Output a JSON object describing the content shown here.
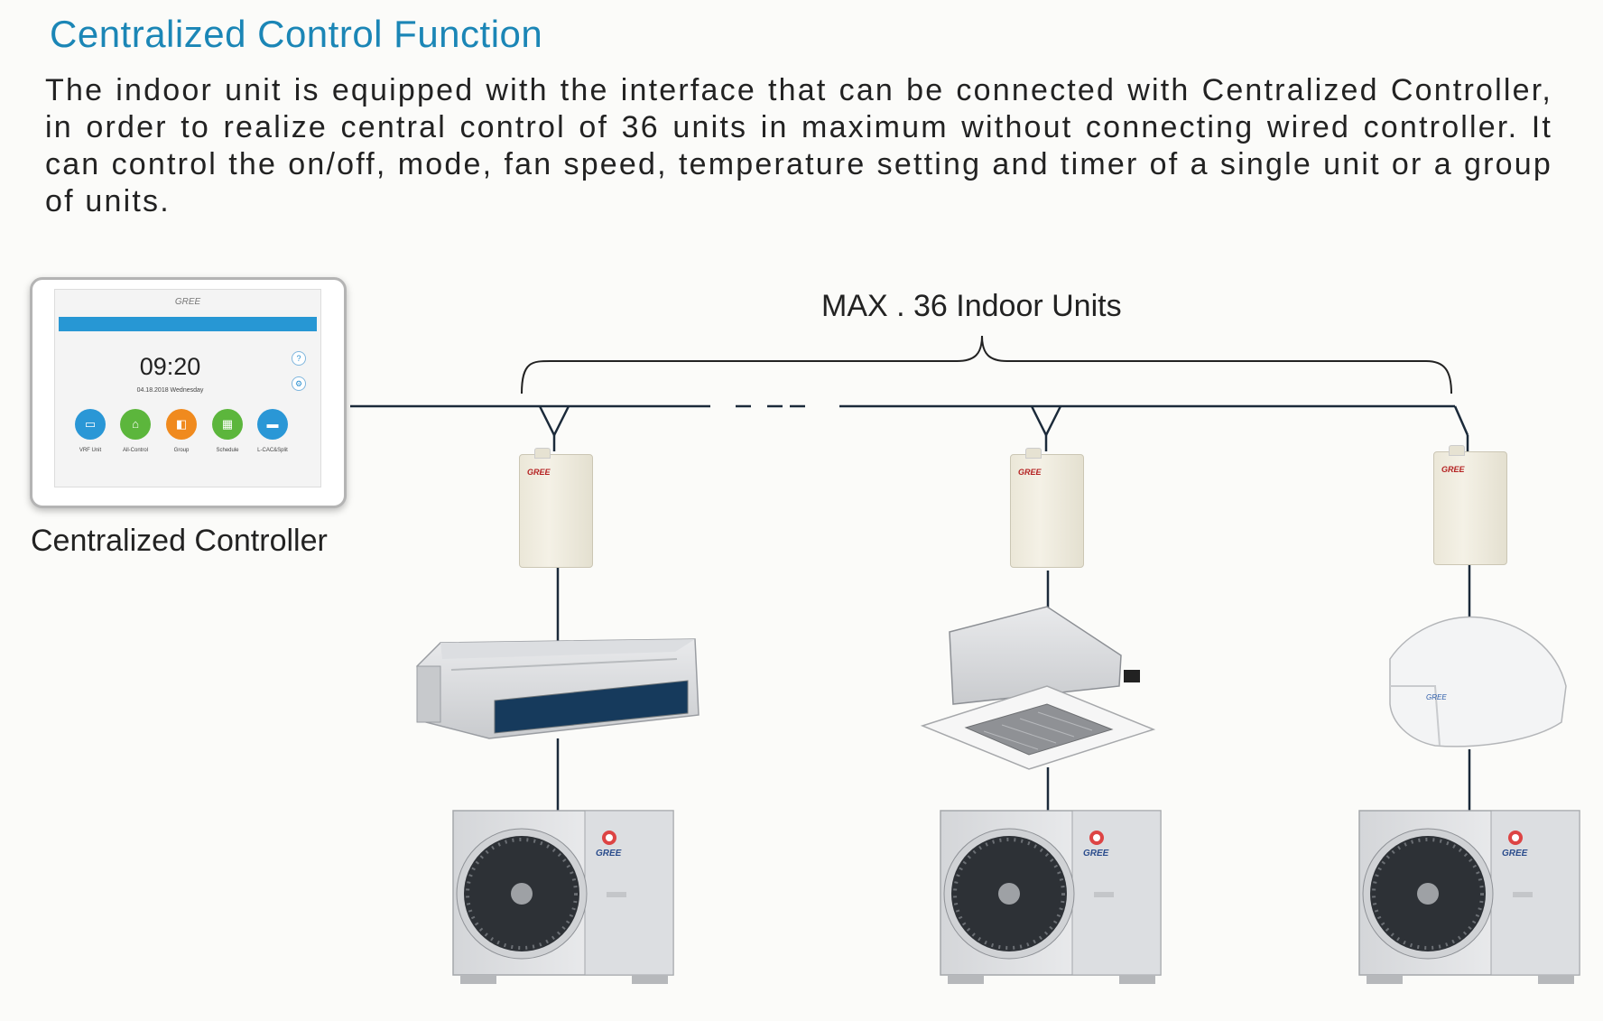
{
  "title": "Centralized Control Function",
  "description": "The indoor unit is equipped with the interface that can be connected with Centralized Controller, in order to realize central control of 36 units in maximum without connecting wired controller. It can control the on/off, mode, fan speed, temperature setting and timer of a single unit or a group of units.",
  "controller": {
    "caption": "Centralized Controller",
    "brand": "GREE",
    "time": "09:20",
    "date": "04.18.2018   Wednesday",
    "apps": [
      {
        "label": "VRF Unit",
        "icon": "vrf-unit-icon",
        "color": "#2a97d6"
      },
      {
        "label": "All-Control",
        "icon": "all-control-icon",
        "color": "#5cb63c"
      },
      {
        "label": "Group",
        "icon": "group-icon",
        "color": "#f08a1e"
      },
      {
        "label": "Schedule",
        "icon": "schedule-icon",
        "color": "#5cb63c"
      },
      {
        "label": "L-CAC&Split",
        "icon": "split-icon",
        "color": "#2a97d6"
      }
    ]
  },
  "max_label": "MAX . 36 Indoor Units",
  "interface_brand": "GREE",
  "outdoor_brand": "GREE",
  "colors": {
    "title": "#1b86b6",
    "line": "#1b2a3a"
  }
}
